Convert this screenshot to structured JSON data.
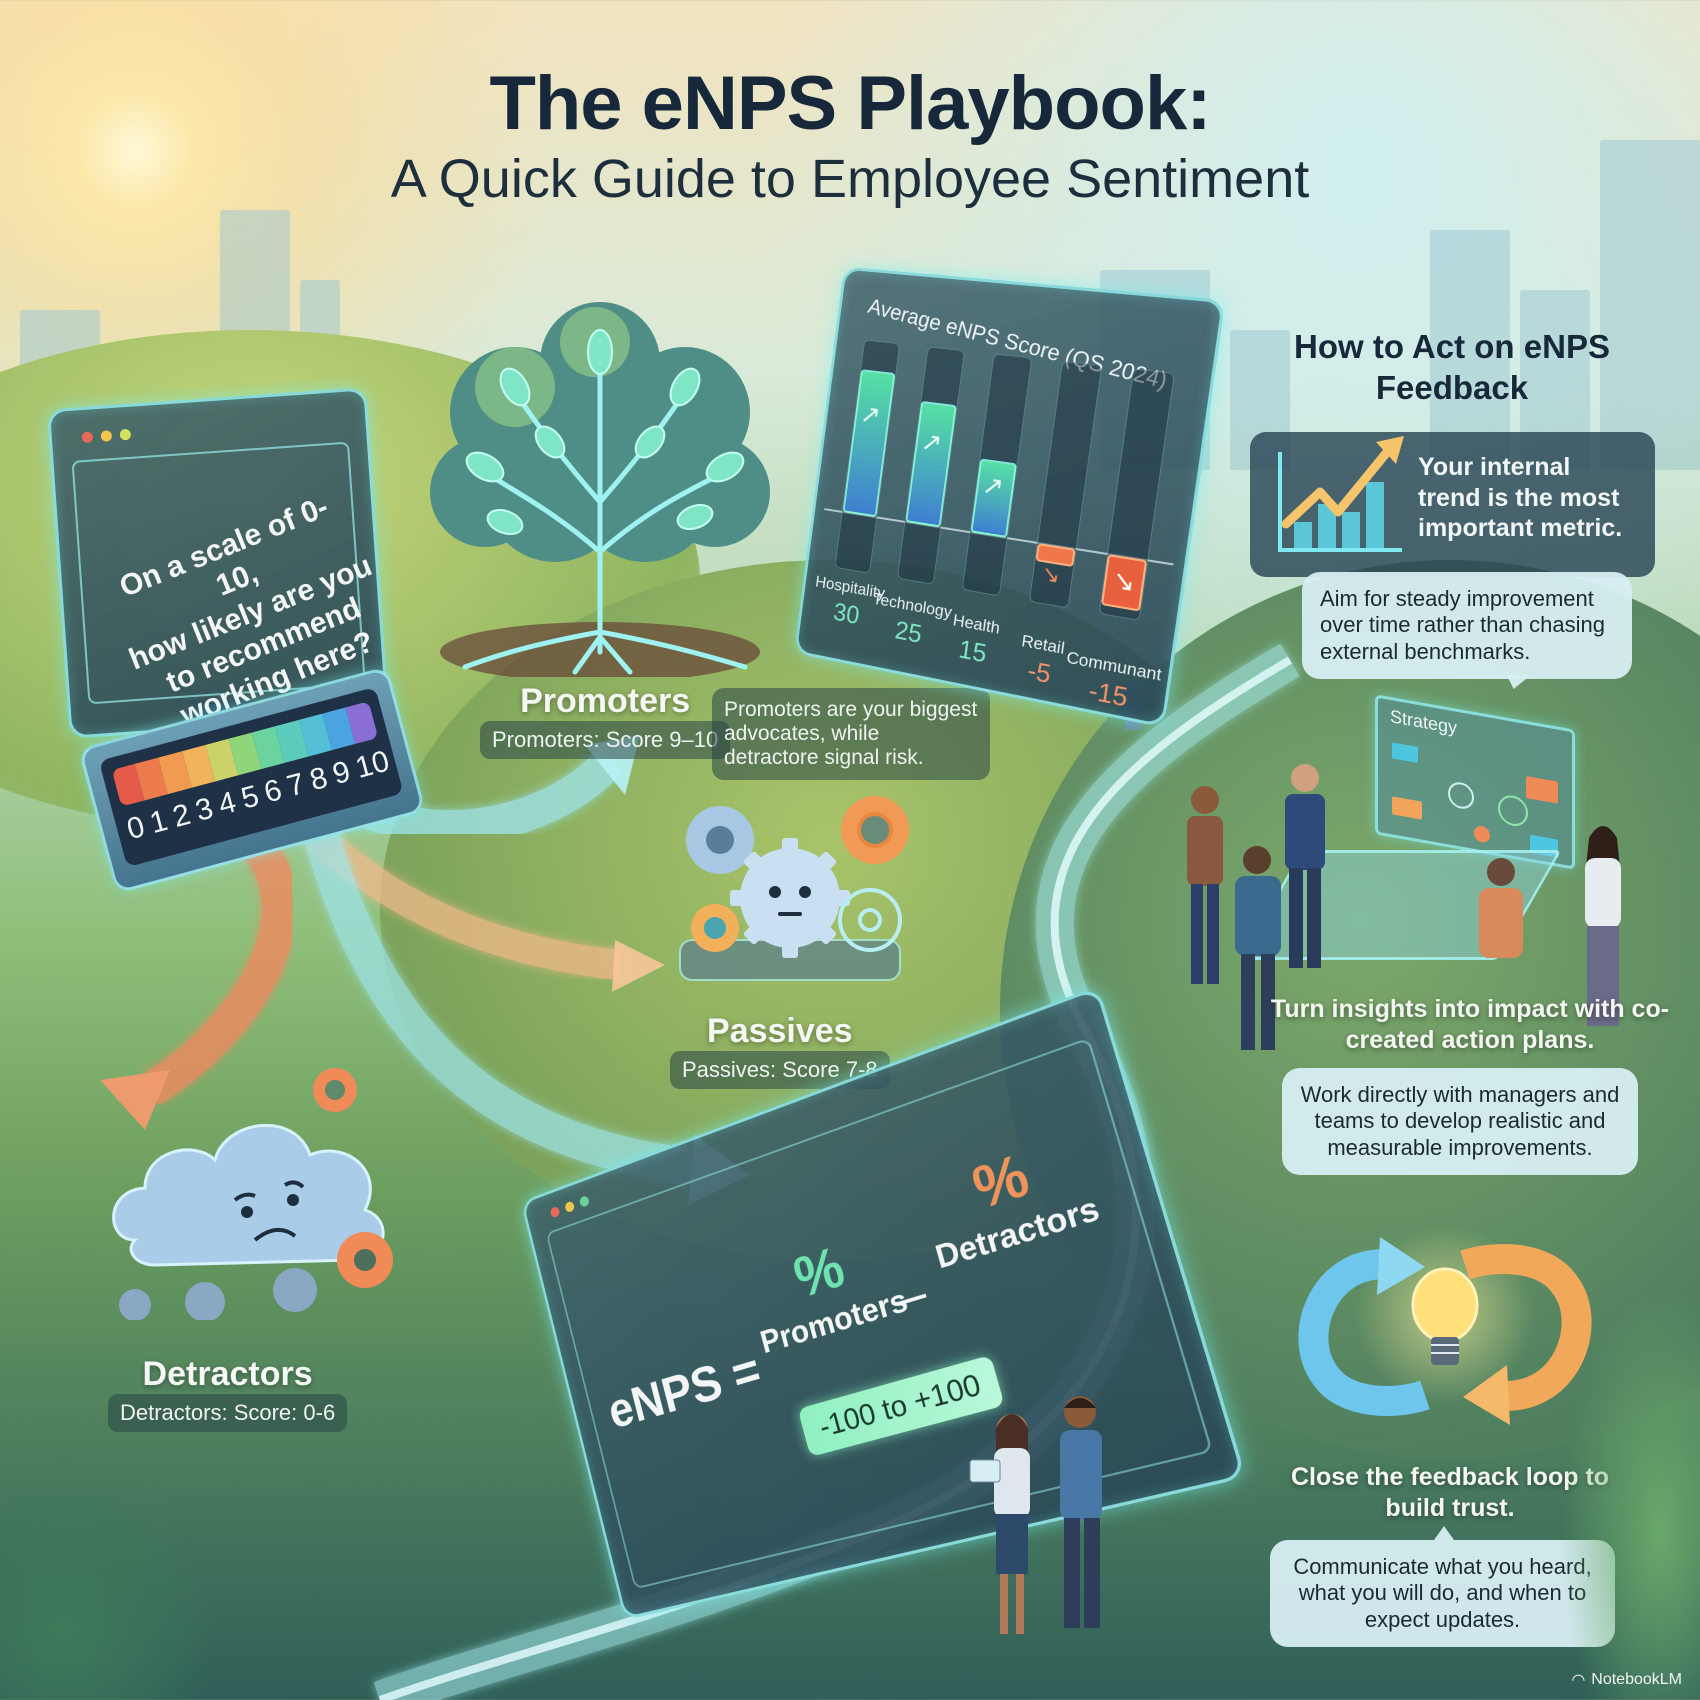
{
  "header": {
    "title": "The eNPS Playbook:",
    "subtitle": "A Quick Guide to Employee Sentiment"
  },
  "survey": {
    "question": "On a scale of 0-10, how likely are you to recommend working here?",
    "question_lines": [
      "On a scale of 0-10,",
      "how likely are you",
      "to recommend",
      "working here?"
    ],
    "scale_numbers": [
      "0",
      "1",
      "2",
      "3",
      "4",
      "5",
      "6",
      "7",
      "8",
      "9",
      "10"
    ],
    "scale_colors": [
      "#e45b4a",
      "#ec7c4e",
      "#f09a52",
      "#f2b45a",
      "#c9d36a",
      "#8fd57a",
      "#6ad3a0",
      "#5ccdbd",
      "#54bfd6",
      "#4aa4de",
      "#8c6fd6"
    ],
    "window_dots": [
      "#e86a5a",
      "#f0c64c",
      "#d6e060"
    ]
  },
  "segments": {
    "promoters": {
      "title": "Promoters",
      "range": "Promoters: Score 9–10",
      "note": "Promoters are your biggest advocates, while detractore signal risk."
    },
    "passives": {
      "title": "Passives",
      "range": "Passives: Score 7-8"
    },
    "detractors": {
      "title": "Detractors",
      "range": "Detractors: Score: 0-6"
    }
  },
  "formula": {
    "lhs": "eNPS =",
    "promoters_pct": "%",
    "promoters_label": "Promoters",
    "minus": "–",
    "detractors_pct": "%",
    "detractors_label": "Detractors",
    "range": "-100 to +100",
    "window_dots": [
      "#e86a5a",
      "#f0c64c",
      "#6ad39a"
    ]
  },
  "chart_data": {
    "type": "bar",
    "title": "Average eNPS Score (QS 2024)",
    "categories": [
      "Hospitality",
      "Technology",
      "Health",
      "Retail",
      "Communant"
    ],
    "values": [
      30,
      25,
      15,
      -5,
      -15
    ],
    "value_labels": [
      "30",
      "25",
      "15",
      "-5",
      "-15"
    ],
    "trend": [
      "up",
      "up",
      "up",
      "down",
      "down"
    ],
    "colors": {
      "positive": "#4fd6a8",
      "positive_bottom": "#3f7fd0",
      "negative": "#f0774a"
    },
    "xlabel": "",
    "ylabel": "",
    "grid": false,
    "legend": "none"
  },
  "action": {
    "title": "How to Act on eNPS Feedback",
    "trend_card": "Your internal trend is the most important metric.",
    "trend_bubble": "Aim for steady improvement over time rather than chasing external benchmarks.",
    "strategy_label": "Strategy",
    "impact_title": "Turn insights into impact with co-created action plans.",
    "impact_bubble": "Work directly with managers and teams to develop realistic and measurable improvements.",
    "loop_title": "Close the feedback loop to build trust.",
    "loop_bubble": "Communicate what you heard, what you will do, and when to expect updates."
  },
  "colors": {
    "title_dark": "#16283a",
    "glow": "#8ff0f0",
    "promoter_green": "#6ee3b0",
    "detractor_orange": "#f0935a",
    "arrow_orange": "#f08a60",
    "arrow_blue": "#9fe6f0"
  },
  "watermark": {
    "label": "NotebookLM"
  }
}
